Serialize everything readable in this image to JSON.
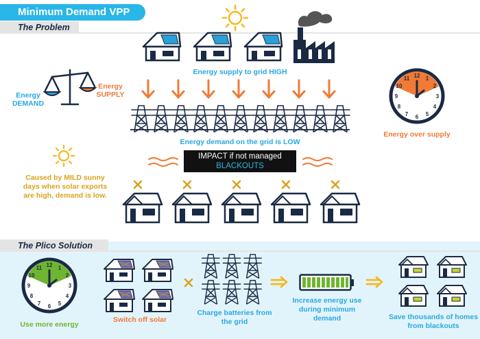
{
  "title": "Minimum Demand VPP",
  "problem": {
    "section_label": "The Problem",
    "supply_label": "Energy supply to grid HIGH",
    "balance_demand_label": "Energy\nDEMAND",
    "balance_supply_label": "Energy\nSUPPLY",
    "demand_low_label": "Energy demand on the grid is LOW",
    "impact_line1": "IMPACT if not managed",
    "impact_line2": "BLACKOUTS",
    "cause_text": "Caused by MILD sunny days when solar exports are high, demand is low.",
    "clock_caption": "Energy over supply"
  },
  "solution": {
    "section_label": "The Plico Solution",
    "steps": [
      {
        "caption": "Use more energy"
      },
      {
        "caption": "Switch off solar"
      },
      {
        "caption": "Charge batteries from the grid"
      },
      {
        "caption": "Increase energy use during minimum demand"
      },
      {
        "caption": "Save thousands of homes from blackouts"
      }
    ]
  },
  "clock_numbers": [
    "12",
    "1",
    "2",
    "3",
    "4",
    "5",
    "6",
    "7",
    "8",
    "9",
    "10",
    "11"
  ],
  "colors": {
    "blue": "#29b6e8",
    "orange": "#f07a36",
    "yellow": "#d9a21b",
    "green": "#6fb531",
    "navy": "#1a2a44"
  }
}
